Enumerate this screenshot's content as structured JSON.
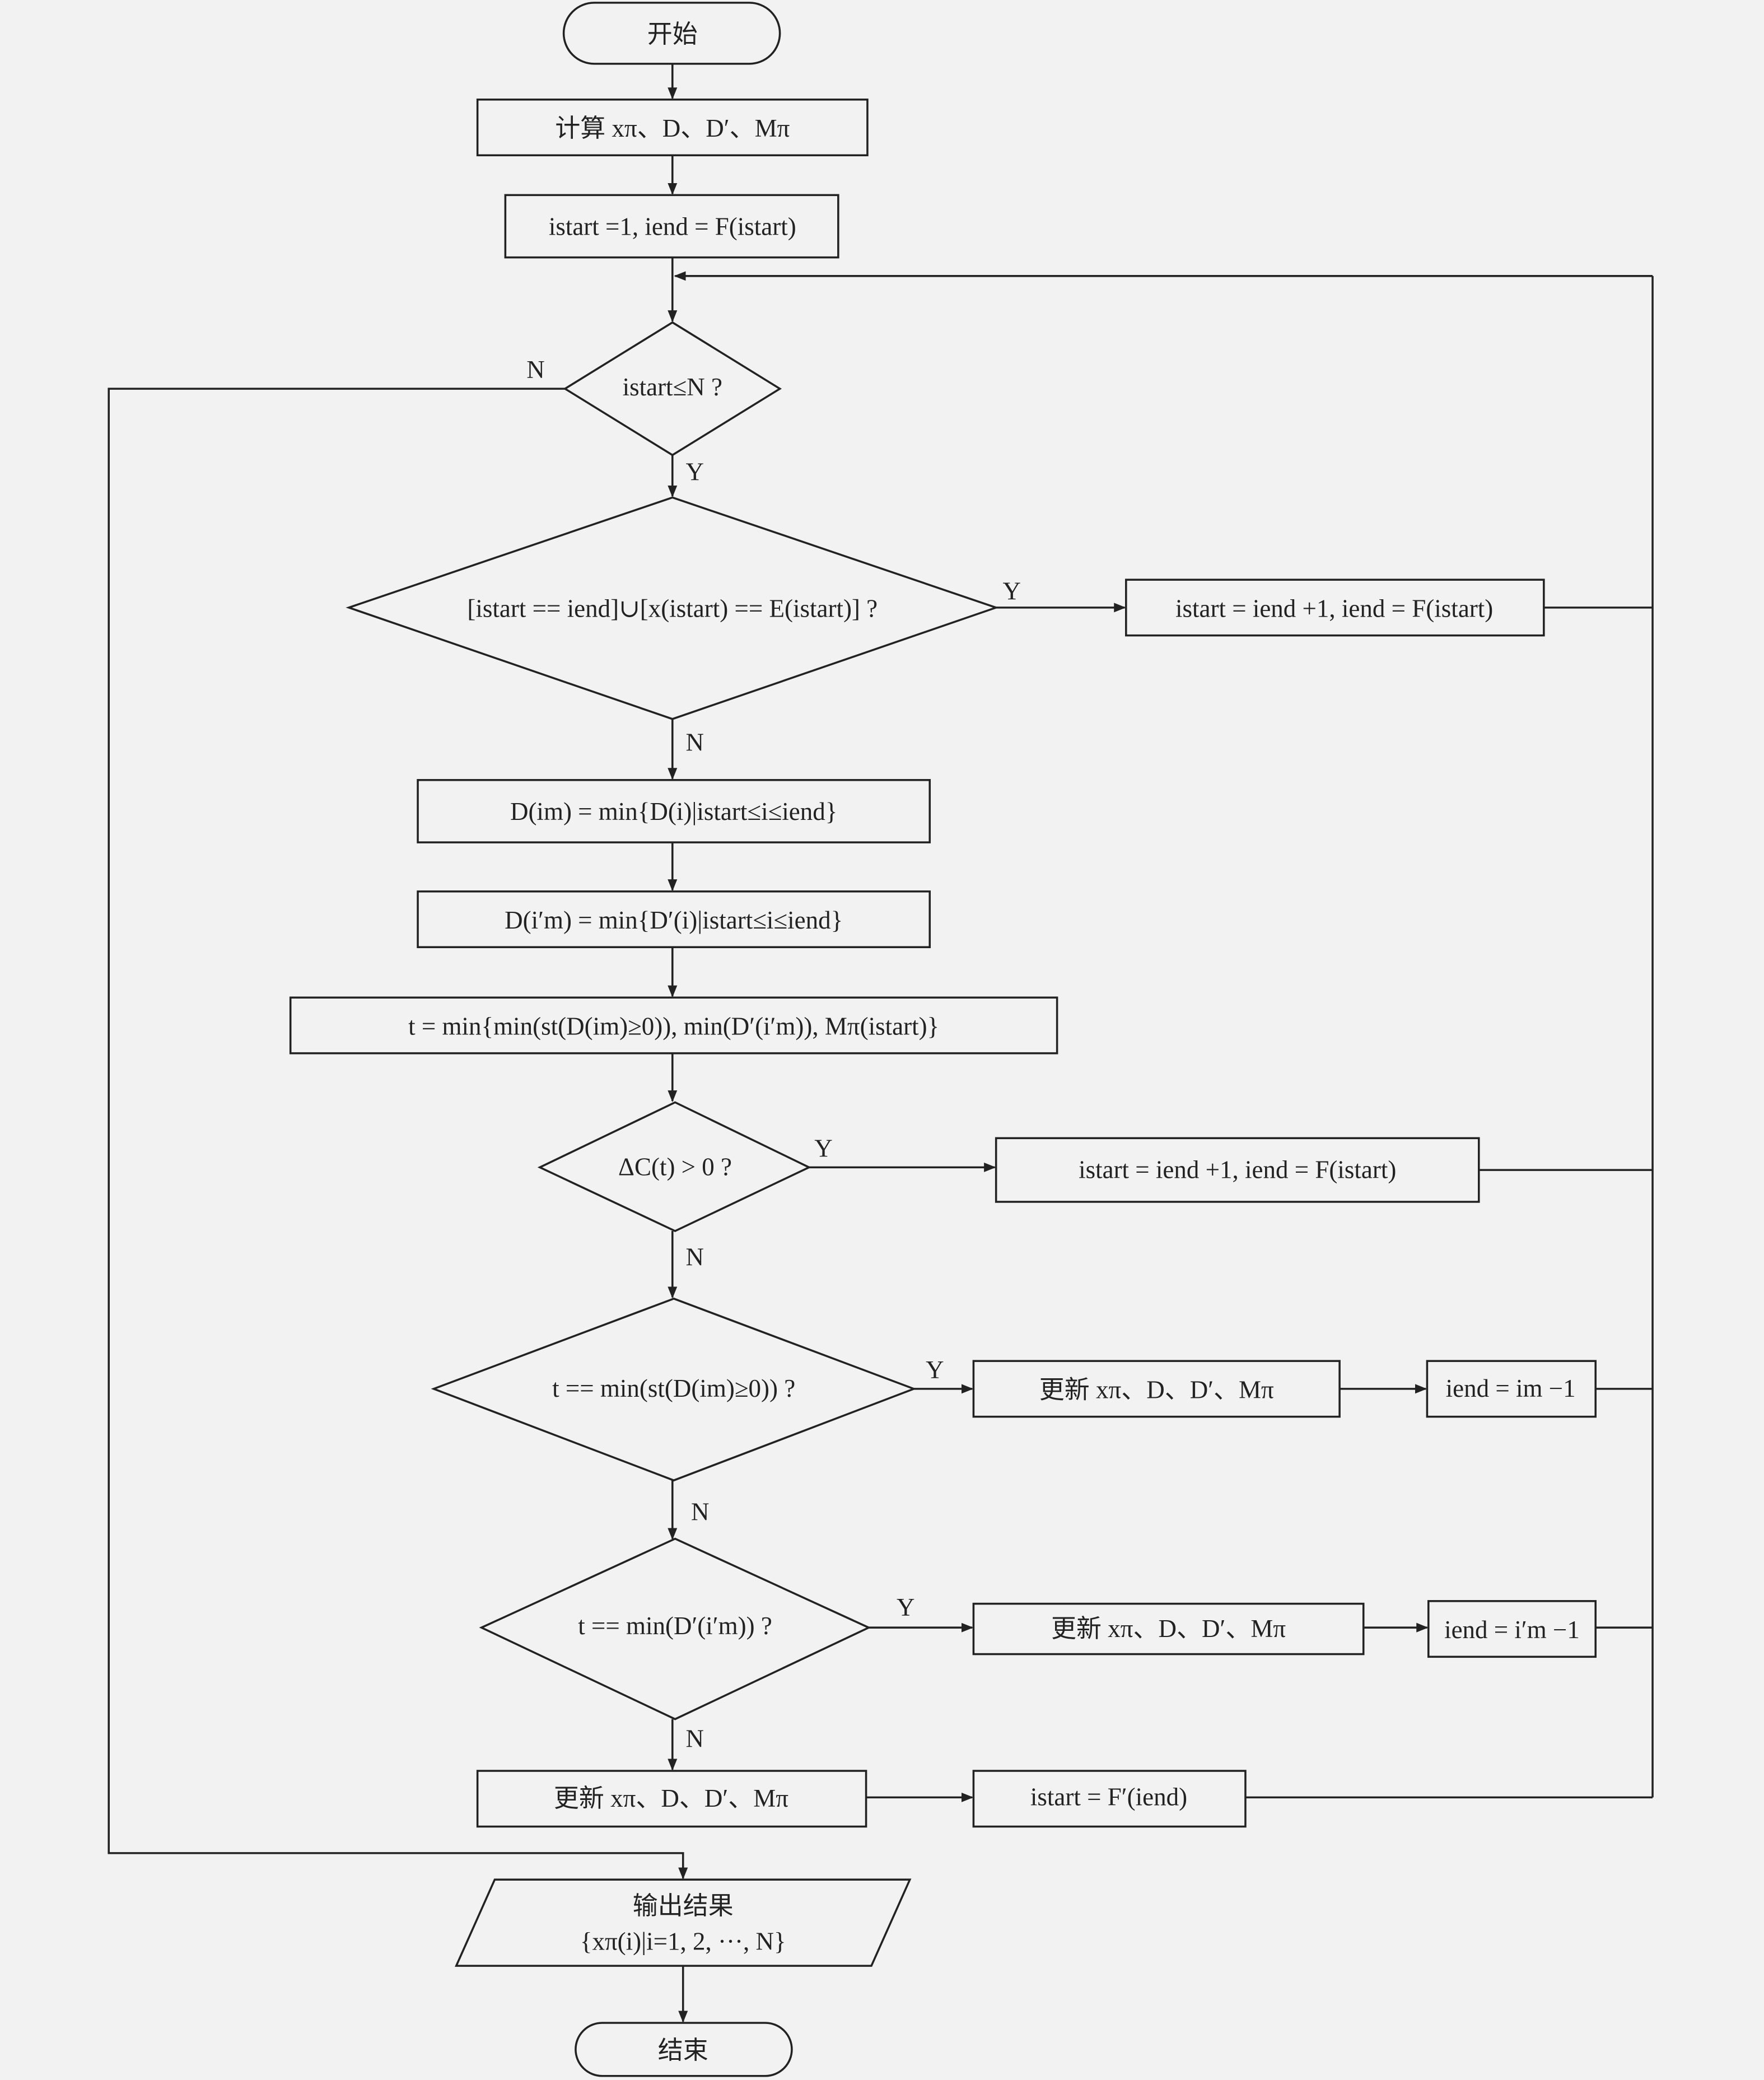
{
  "flowchart": {
    "start": "开始",
    "end": "结束",
    "compute": "计算 xπ、D、D′、Mπ",
    "init": "istart =1, iend = F(istart)",
    "cond_n": "istart≤N ?",
    "cond_eq": "[istart == iend]∪[x(istart) == E(istart)] ?",
    "reset_1": "istart = iend +1, iend = F(istart)",
    "min_d": "D(im) = min{D(i)|istart≤i≤iend}",
    "min_dp": "D(i′m) = min{D′(i)|istart≤i≤iend}",
    "calc_t": "t = min{min(st(D(im)≥0)), min(D′(i′m)), Mπ(istart)}",
    "cond_dc": "ΔC(t) > 0 ?",
    "reset_2": "istart = iend +1, iend = F(istart)",
    "cond_t1": "t == min(st(D(im)≥0)) ?",
    "update_1": "更新 xπ、D、D′、Mπ",
    "iend_1": "iend = im −1",
    "cond_t2": "t == min(D′(i′m)) ?",
    "update_2": "更新 xπ、D、D′、Mπ",
    "iend_2": "iend = i′m −1",
    "update_3": "更新 xπ、D、D′、Mπ",
    "istart_f": "istart = F′(iend)",
    "output_title": "输出结果",
    "output_set": "{xπ(i)|i=1, 2, ···, N}"
  },
  "labels": {
    "yes": "Y",
    "no": "N"
  }
}
